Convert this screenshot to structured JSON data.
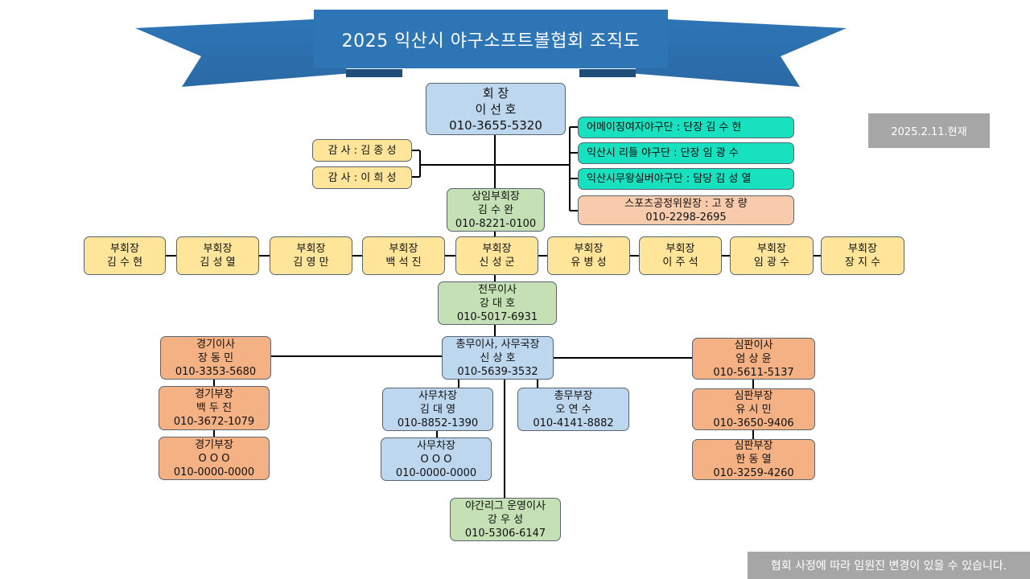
{
  "title": "2025 익산시 야구소프트볼협회 조직도",
  "date_note": "2025.2.11.현재",
  "footer_note": "협회 사정에 따라 임원진 변경이 있을 수 있습니다.",
  "president": {
    "role": "회 장",
    "name": "이 선 호",
    "phone": "010-3655-5320"
  },
  "auditors": [
    "감 사 : 김 종 성",
    "감 사 : 이 희 성"
  ],
  "teams": [
    "어메이징여자야구단 : 단장 김 수 현",
    "익산시 리틀 야구단 : 단장 임 광 수",
    "익산시무왕실버야구단 : 담당 김 성 열"
  ],
  "fairness": {
    "role": "스포츠공정위원장 : 고 장 량",
    "phone": "010-2298-2695"
  },
  "senior_vp": {
    "role": "상임부회장",
    "name": "김 수 완",
    "phone": "010-8221-0100"
  },
  "vps": [
    {
      "role": "부회장",
      "name": "김 수 현"
    },
    {
      "role": "부회장",
      "name": "김 성 열"
    },
    {
      "role": "부회장",
      "name": "김 영 만"
    },
    {
      "role": "부회장",
      "name": "백 석 진"
    },
    {
      "role": "부회장",
      "name": "신 성 군"
    },
    {
      "role": "부회장",
      "name": "유 병 성"
    },
    {
      "role": "부회장",
      "name": "이 주 석"
    },
    {
      "role": "부회장",
      "name": "임 광 수"
    },
    {
      "role": "부회장",
      "name": "장 지 수"
    }
  ],
  "executive": {
    "role": "전무이사",
    "name": "강 대 호",
    "phone": "010-5017-6931"
  },
  "general": {
    "role": "총무이사, 사무국장",
    "name": "신 상 호",
    "phone": "010-5639-3532"
  },
  "game": [
    {
      "role": "경기이사",
      "name": "장 동 민",
      "phone": "010-3353-5680"
    },
    {
      "role": "경기부장",
      "name": "백 두 진",
      "phone": "010-3672-1079"
    },
    {
      "role": "경기부장",
      "name": "O O O",
      "phone": "010-0000-0000"
    }
  ],
  "umpire": [
    {
      "role": "심판이사",
      "name": "엄 상 윤",
      "phone": "010-5611-5137"
    },
    {
      "role": "심판부장",
      "name": "유 시 민",
      "phone": "010-3650-9406"
    },
    {
      "role": "심판부장",
      "name": "한 동 열",
      "phone": "010-3259-4260"
    }
  ],
  "office": [
    {
      "role": "사무차장",
      "name": "김 대 영",
      "phone": "010-8852-1390"
    },
    {
      "role": "사무차장",
      "name": "O O O",
      "phone": "010-0000-0000"
    }
  ],
  "affairs": {
    "role": "총무부장",
    "name": "오 연 수",
    "phone": "010-4141-8882"
  },
  "night": {
    "role": "야간리그 운영이사",
    "name": "강 우 성",
    "phone": "010-5306-6147"
  },
  "colors": {
    "banner": "#2e75b6",
    "banner_dark": "#1f4e79",
    "blue": "#bdd7ee",
    "yellow": "#fee599",
    "green": "#c5e0b4",
    "teal": "#17e1bf",
    "peach": "#f8cbad",
    "orange": "#f4b183",
    "gray_tag": "#a6a6a6"
  }
}
